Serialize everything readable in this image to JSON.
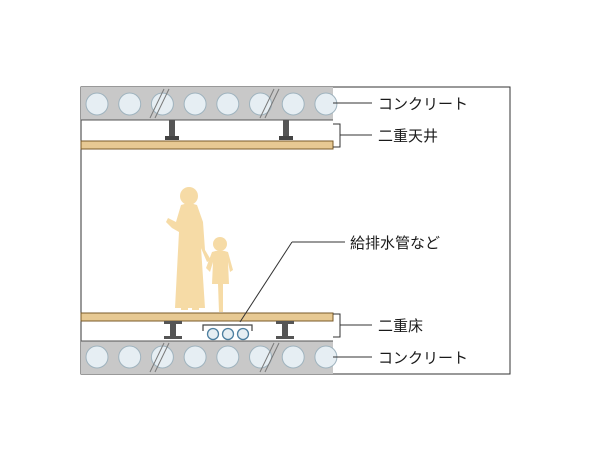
{
  "labels": {
    "concrete_top": "コンクリート",
    "double_ceiling": "二重天井",
    "water_pipes": "給排水管など",
    "double_floor": "二重床",
    "concrete_bottom": "コンクリート"
  },
  "colors": {
    "concrete": "#c8c8c8",
    "hollow_core": "#e6eef3",
    "hollow_core_stroke": "#9fb3be",
    "timber_panel": "#e7c993",
    "timber_edge": "#7a5a28",
    "support": "#555555",
    "figure": "#f6dba6",
    "line": "#333333"
  },
  "icons": {
    "adult": "adult-silhouette-icon",
    "child": "child-silhouette-icon",
    "pipes": "pipe-bundle-icon"
  }
}
